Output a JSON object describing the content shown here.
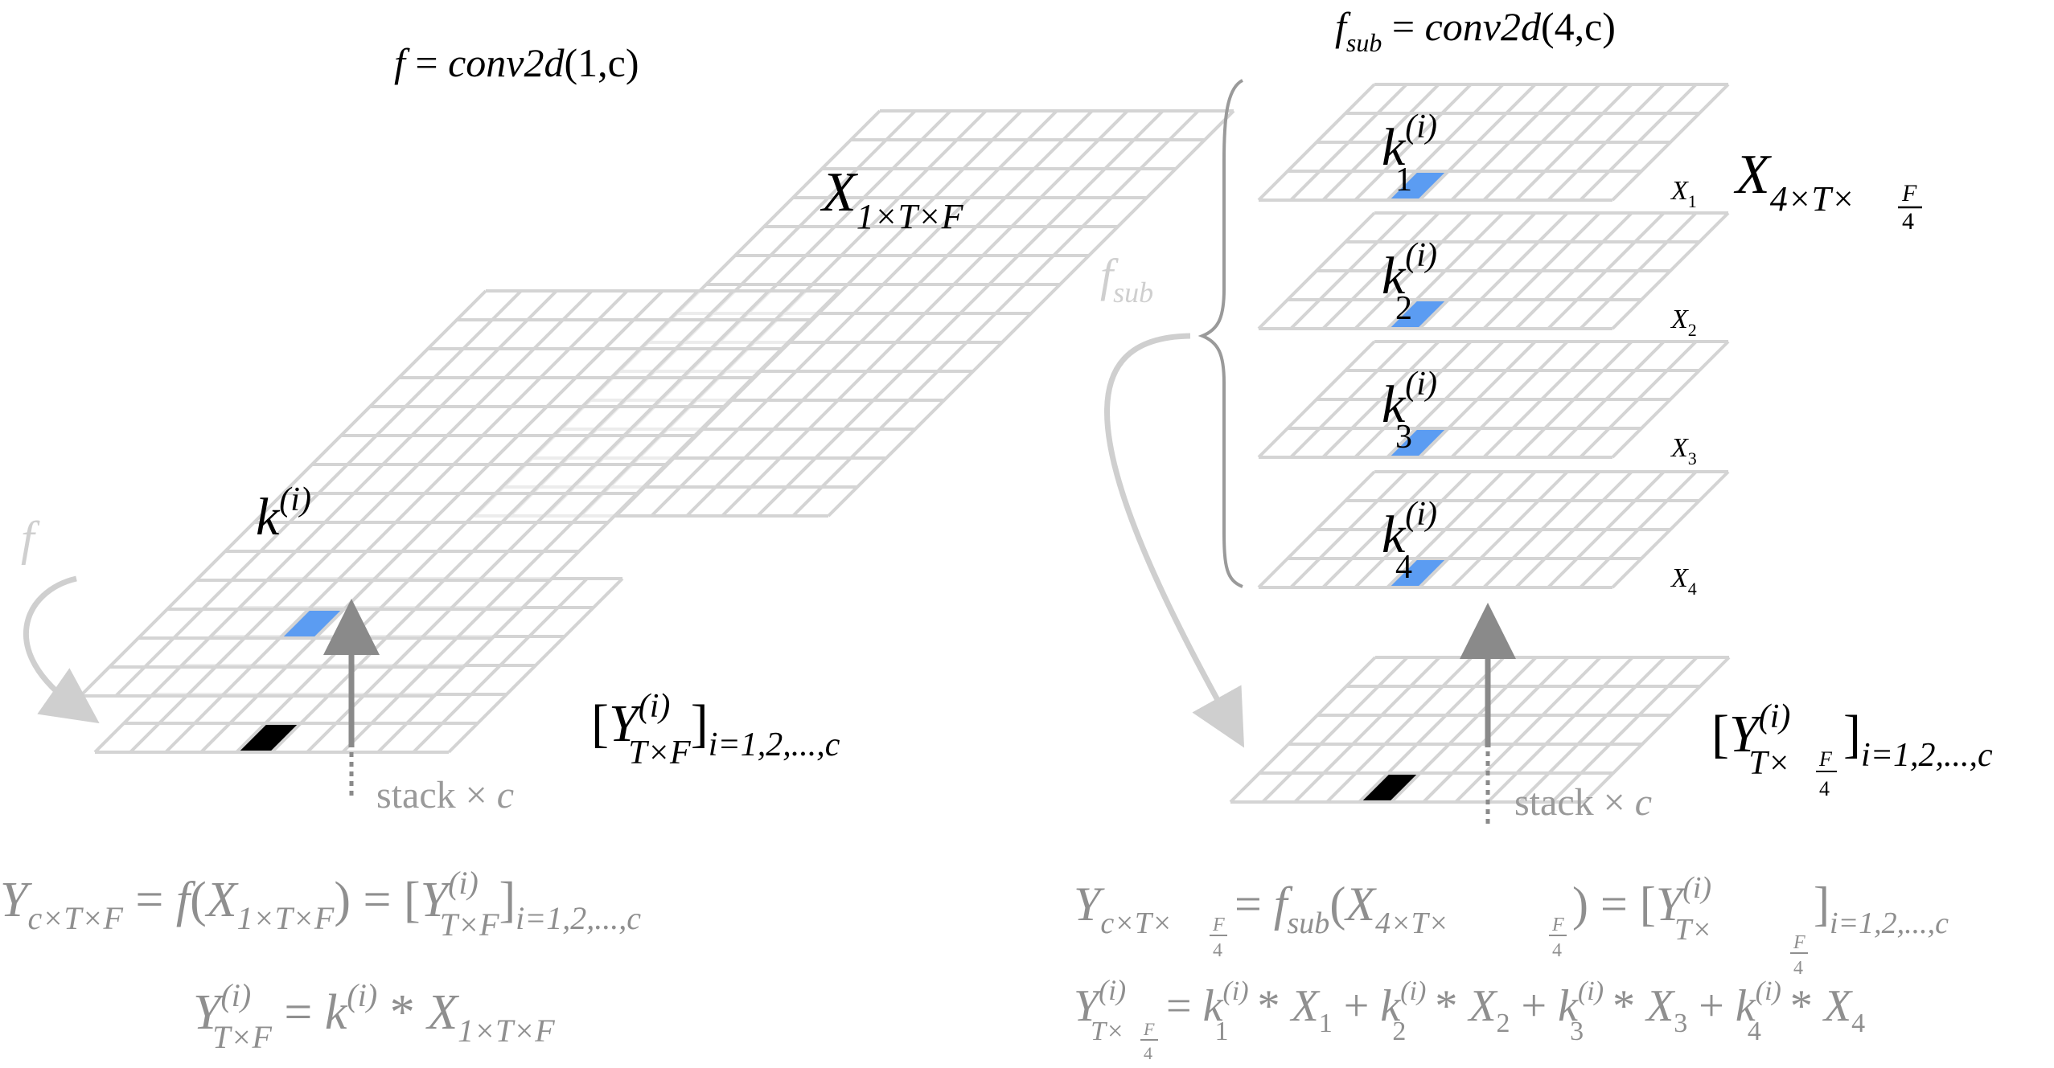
{
  "left": {
    "title": {
      "lhs": "f",
      "eq": " = ",
      "func": "conv2d",
      "args": "(1,c)"
    },
    "input_label": {
      "main": "X",
      "sub": "1×T×F"
    },
    "kernel_label": {
      "main": "k",
      "sup": "(i)"
    },
    "output_label": {
      "open": "[",
      "main": "Y",
      "sup": "(i)",
      "sub": "T×F",
      "close": "]",
      "index": "i=1,2,...,c"
    },
    "arrow_label": "f",
    "stack_label": {
      "text": "stack × ",
      "var": "c"
    },
    "eq1": {
      "lhs_main": "Y",
      "lhs_sub": "c×T×F",
      "eq_a": " = ",
      "func": "f",
      "open": "(",
      "arg_main": "X",
      "arg_sub": "1×T×F",
      "close": ")",
      "eq_b": " = ",
      "rhs_open": "[",
      "rhs_main": "Y",
      "rhs_sup": "(i)",
      "rhs_sub": "T×F",
      "rhs_close": "]",
      "rhs_index": "i=1,2,...,c"
    },
    "eq2": {
      "lhs_main": "Y",
      "lhs_sup": "(i)",
      "lhs_sub": "T×F",
      "eq": " = ",
      "k": "k",
      "k_sup": "(i)",
      "op": " * ",
      "x_main": "X",
      "x_sub": "1×T×F"
    }
  },
  "right": {
    "title": {
      "lhs": "f",
      "lhs_sub": "sub",
      "eq": " = ",
      "func": "conv2d",
      "args": "(4,c)"
    },
    "input_label": {
      "main": "X",
      "sub": "4×T×",
      "frac_num": "F",
      "frac_den": "4"
    },
    "arrow_label": {
      "main": "f",
      "sub": "sub"
    },
    "kernels": [
      {
        "main": "k",
        "sup": "(i)",
        "sub": "1",
        "x_main": "X",
        "x_sub": "1"
      },
      {
        "main": "k",
        "sup": "(i)",
        "sub": "2",
        "x_main": "X",
        "x_sub": "2"
      },
      {
        "main": "k",
        "sup": "(i)",
        "sub": "3",
        "x_main": "X",
        "x_sub": "3"
      },
      {
        "main": "k",
        "sup": "(i)",
        "sub": "4",
        "x_main": "X",
        "x_sub": "4"
      }
    ],
    "output_label": {
      "open": "[",
      "main": "Y",
      "sup": "(i)",
      "sub": "T×",
      "frac_num": "F",
      "frac_den": "4",
      "close": "]",
      "index": "i=1,2,...,c"
    },
    "stack_label": {
      "text": "stack × ",
      "var": "c"
    },
    "eq1": {
      "lhs_main": "Y",
      "lhs_sub": "c×T×",
      "eq_a": " = ",
      "func": "f",
      "func_sub": "sub",
      "open": "(",
      "arg_main": "X",
      "arg_sub": "4×T×",
      "close": ")",
      "eq_b": " = ",
      "rhs_open": "[",
      "rhs_main": "Y",
      "rhs_sup": "(i)",
      "rhs_sub": "T×",
      "rhs_close": "]",
      "rhs_index": "i=1,2,...,c",
      "frac_num": "F",
      "frac_den": "4"
    },
    "eq2": {
      "lhs_main": "Y",
      "lhs_sup": "(i)",
      "lhs_sub": "T×",
      "frac_num": "F",
      "frac_den": "4",
      "eq": " = ",
      "terms": [
        {
          "k": "k",
          "k_sup": "(i)",
          "k_sub": "1",
          "op": " * ",
          "x": "X",
          "x_sub": "1",
          "plus": " + "
        },
        {
          "k": "k",
          "k_sup": "(i)",
          "k_sub": "2",
          "op": " * ",
          "x": "X",
          "x_sub": "2",
          "plus": " + "
        },
        {
          "k": "k",
          "k_sup": "(i)",
          "k_sub": "3",
          "op": " * ",
          "x": "X",
          "x_sub": "3",
          "plus": " + "
        },
        {
          "k": "k",
          "k_sup": "(i)",
          "k_sub": "4",
          "op": " * ",
          "x": "X",
          "x_sub": "4",
          "plus": ""
        }
      ]
    }
  },
  "colors": {
    "grid": "#d4d4d4",
    "kernel": "#5b9cf2",
    "output_cell": "#000000",
    "arrow": "#8a8a8a",
    "text": "#000000",
    "muted": "#8f8f8f",
    "curve": "#cfcfcf"
  }
}
